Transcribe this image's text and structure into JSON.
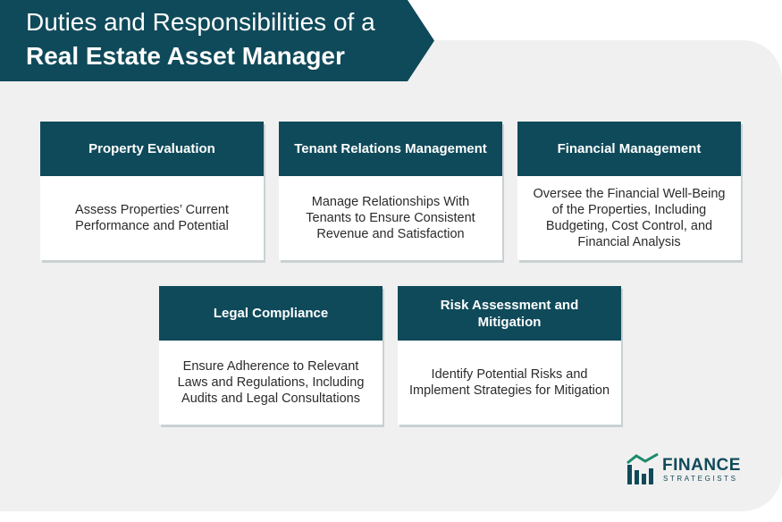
{
  "header": {
    "title_line1": "Duties and Responsibilities of a",
    "title_line2": "Real Estate Asset Manager"
  },
  "cards": [
    {
      "title": "Property Evaluation",
      "description": "Assess Properties’ Current Performance and Potential"
    },
    {
      "title": "Tenant Relations Management",
      "description": "Manage Relationships With Tenants to Ensure Consistent Revenue and Satisfaction"
    },
    {
      "title": "Financial Management",
      "description": "Oversee the Financial Well-Being of the Properties, Including Budgeting, Cost Control, and Financial Analysis"
    },
    {
      "title": "Legal Compliance",
      "description": "Ensure Adherence to Relevant Laws and Regulations, Including Audits and Legal Consultations"
    },
    {
      "title": "Risk Assessment and Mitigation",
      "description": "Identify Potential Risks and Implement Strategies for Mitigation"
    }
  ],
  "logo": {
    "line1": "FINANCE",
    "line2": "STRATEGISTS",
    "icon": "finance-strategists-logo-icon"
  },
  "colors": {
    "primary": "#0f4a5a",
    "panel_background": "#f0f0f0",
    "card_body": "#ffffff",
    "body_text": "#2b2b2b"
  }
}
